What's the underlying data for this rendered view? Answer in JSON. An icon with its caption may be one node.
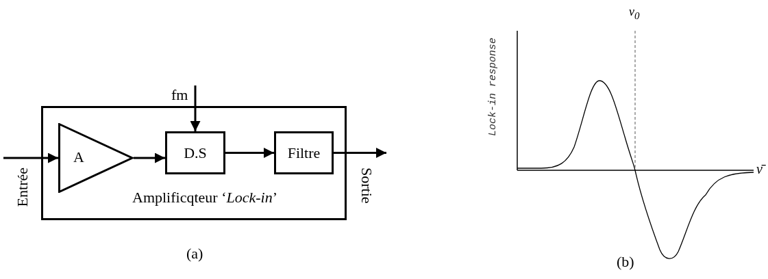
{
  "diagram": {
    "nodes": [
      {
        "text": [
          "Amplificqteur ‘*Lock-in*’"
        ]
      },
      {
        "text": [
          "A"
        ],
        "in": 0
      },
      {
        "text": [
          "D.S"
        ],
        "in": 0
      },
      {
        "text": [
          "Filtre"
        ],
        "in": 0
      },
      {
        "text": [
          "Entrée"
        ]
      },
      {
        "text": [
          "fm"
        ]
      },
      {
        "text": [
          "Sortie"
        ]
      }
    ],
    "edges": [
      {
        "from": 4,
        "to": 1,
        "arrow": "to"
      },
      {
        "from": 1,
        "to": 2,
        "arrow": "to"
      },
      {
        "from": 5,
        "to": 2,
        "arrow": "to"
      },
      {
        "from": 2,
        "to": 3,
        "arrow": "to"
      },
      {
        "from": 3,
        "to": 6,
        "arrow": "to"
      }
    ],
    "labels": [
      "ν$_{0}$",
      "Lock-in response",
      "ν̄",
      "(a)",
      "(b)"
    ]
  }
}
